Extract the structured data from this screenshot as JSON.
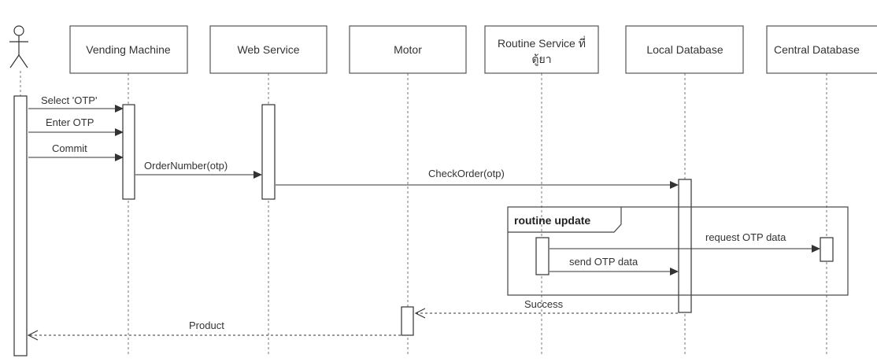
{
  "participants": {
    "vending_machine": "Vending Machine",
    "web_service": "Web Service",
    "motor": "Motor",
    "routine_service_line1": "Routine Service ที่",
    "routine_service_line2": "ตู้ยา",
    "local_database": "Local Database",
    "central_database": "Central Database"
  },
  "messages": {
    "select_otp": "Select 'OTP'",
    "enter_otp": "Enter OTP",
    "commit": "Commit",
    "order_number": "OrderNumber(otp)",
    "check_order": "CheckOrder(otp)",
    "request_otp_data": "request OTP data",
    "send_otp_data": "send OTP data",
    "success": "Success",
    "product": "Product"
  },
  "fragment": {
    "title": "routine update"
  }
}
